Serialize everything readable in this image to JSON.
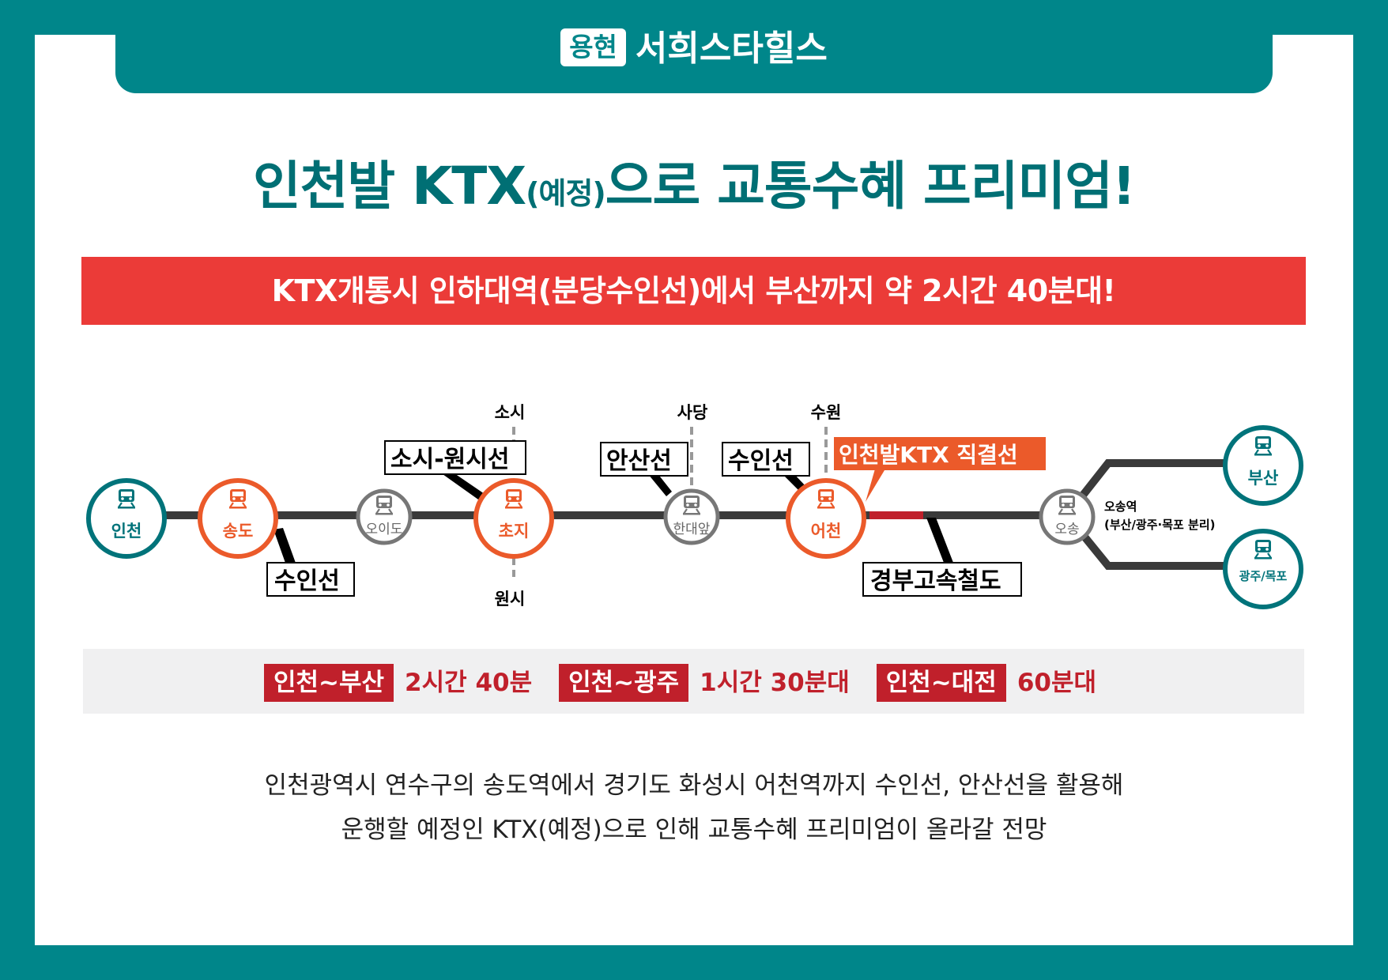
{
  "header": {
    "brand_badge": "용현",
    "brand_name": "서희스타힐스"
  },
  "headline": {
    "before": "인천발 KTX",
    "small": "(예정)",
    "after": "으로 교통수혜 프리미엄!"
  },
  "banner": "KTX개통시 인하대역(분당수인선)에서 부산까지 약 2시간 40분대!",
  "route_map": {
    "stations": {
      "incheon": "인천",
      "songdo": "송도",
      "oido": "오이도",
      "choji": "초지",
      "handaeap": "한대앞",
      "eocheon": "어천",
      "osong": "오송",
      "busan": "부산",
      "gwangju_mokpo": "광주/목포"
    },
    "branch_labels": {
      "sosi": "소시",
      "wonsi": "원시",
      "sadang": "사당",
      "suwon": "수원"
    },
    "line_labels": {
      "suin_songdo": "수인선",
      "sosi_wonsi": "소시-원시선",
      "ansan": "안산선",
      "suin_eocheon": "수인선",
      "ktx_direct": "인천발KTX 직결선",
      "gyeongbu_hsr": "경부고속철도"
    },
    "osong_note": {
      "line1": "오송역",
      "line2": "(부산/광주·목포 분리)"
    },
    "colors": {
      "teal": "#00737a",
      "orange": "#eb5a2a",
      "grey": "#777777",
      "ktx_red": "#c0202b",
      "track": "#3a3a3a"
    },
    "icon": "train-icon"
  },
  "travel_times": [
    {
      "route": "인천~부산",
      "time": "2시간 40분"
    },
    {
      "route": "인천~광주",
      "time": "1시간 30분대"
    },
    {
      "route": "인천~대전",
      "time": "60분대"
    }
  ],
  "description": {
    "line1": "인천광역시 연수구의 송도역에서 경기도 화성시 어천역까지 수인선, 안산선을 활용해",
    "line2": "운행할 예정인 KTX(예정)으로 인해 교통수혜 프리미엄이 올라갈 전망"
  }
}
